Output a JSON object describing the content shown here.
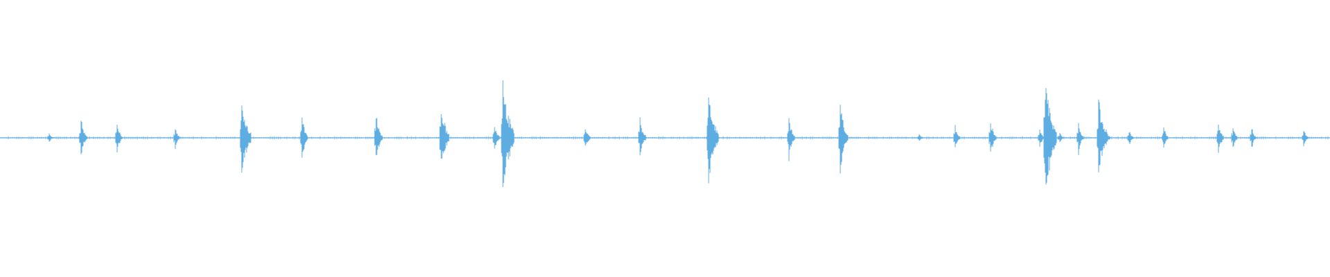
{
  "waveform": {
    "color": "#5dade2",
    "burst_count": 30,
    "relative_peaks": [
      0.06,
      0.2,
      0.16,
      0.12,
      0.45,
      0.22,
      0.24,
      0.35,
      0.14,
      0.64,
      0.14,
      0.2,
      0.53,
      0.2,
      0.35,
      0.04,
      0.12,
      0.2,
      0.63,
      0.1,
      0.06,
      0.14,
      0.42,
      0.08,
      0.08,
      0.12,
      0.18,
      0.12,
      0.12,
      0.09
    ],
    "time_positions": [
      0.037,
      0.061,
      0.088,
      0.132,
      0.182,
      0.227,
      0.283,
      0.332,
      0.372,
      0.378,
      0.44,
      0.481,
      0.533,
      0.593,
      0.632,
      0.691,
      0.718,
      0.745,
      0.786,
      0.782,
      0.797,
      0.811,
      0.826,
      0.832,
      0.849,
      0.875,
      0.916,
      0.927,
      0.941,
      0.98
    ]
  }
}
